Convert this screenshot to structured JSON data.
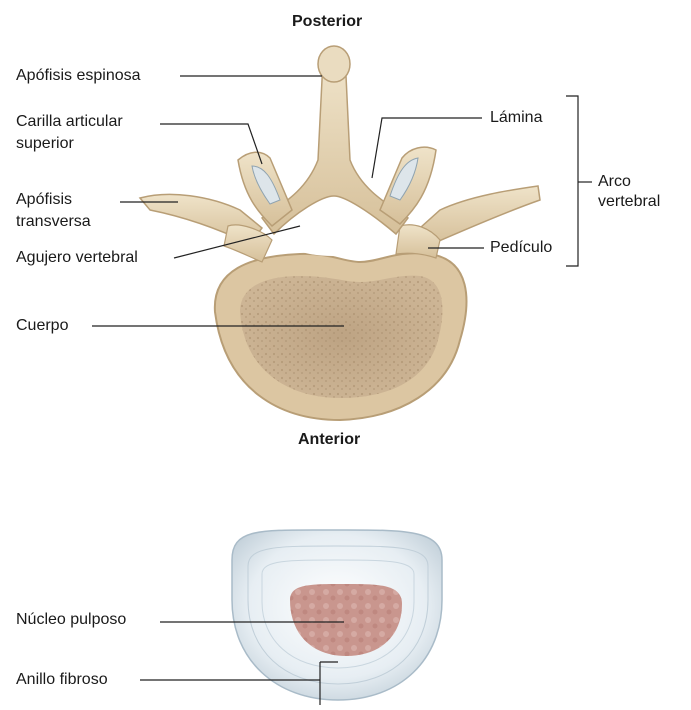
{
  "orientation": {
    "top": "Posterior",
    "bottom": "Anterior"
  },
  "vertebra_labels": {
    "apofisis_espinosa": "Apófisis espinosa",
    "carilla_line1": "Carilla articular",
    "carilla_line2": "superior",
    "apofisis_transversa_line1": "Apófisis",
    "apofisis_transversa_line2": "transversa",
    "agujero_vertebral": "Agujero vertebral",
    "cuerpo": "Cuerpo",
    "lamina": "Lámina",
    "pediculo": "Pedículo",
    "arco_line1": "Arco",
    "arco_line2": "vertebral"
  },
  "disc_labels": {
    "nucleo_pulposo": "Núcleo pulposo",
    "anillo_fibroso": "Anillo fibroso"
  },
  "colors": {
    "bone_light": "#eadcc0",
    "bone_mid": "#d8c29c",
    "bone_dark": "#b89e76",
    "body_spongy": "#c4ab8a",
    "disc_outer": "#dfe8ef",
    "nucleus": "#c9968e",
    "line": "#222222"
  }
}
